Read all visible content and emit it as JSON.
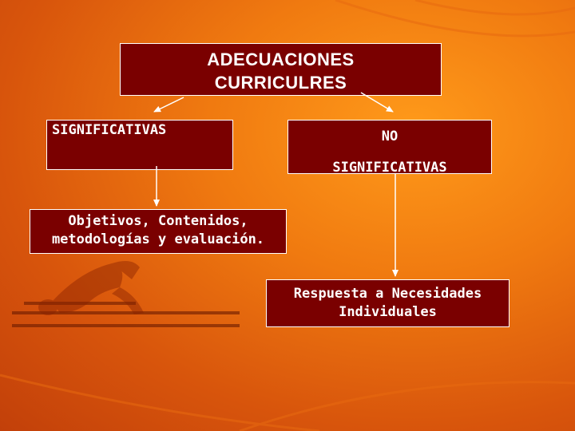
{
  "diagram": {
    "title": [
      "ADECUACIONES",
      "CURRICULRES"
    ],
    "significativas": "SIGNIFICATIVAS",
    "no_significativas": [
      "NO",
      "SIGNIFICATIVAS"
    ],
    "objetivos": [
      "Objetivos, Contenidos,",
      "metodologías y evaluación."
    ],
    "respuesta": [
      "Respuesta a Necesidades",
      "Individuales"
    ]
  },
  "colors": {
    "box_fill": "#7a0000",
    "box_text": "#ffffff",
    "background": "#f07a10",
    "arrow": "#ffffff"
  }
}
